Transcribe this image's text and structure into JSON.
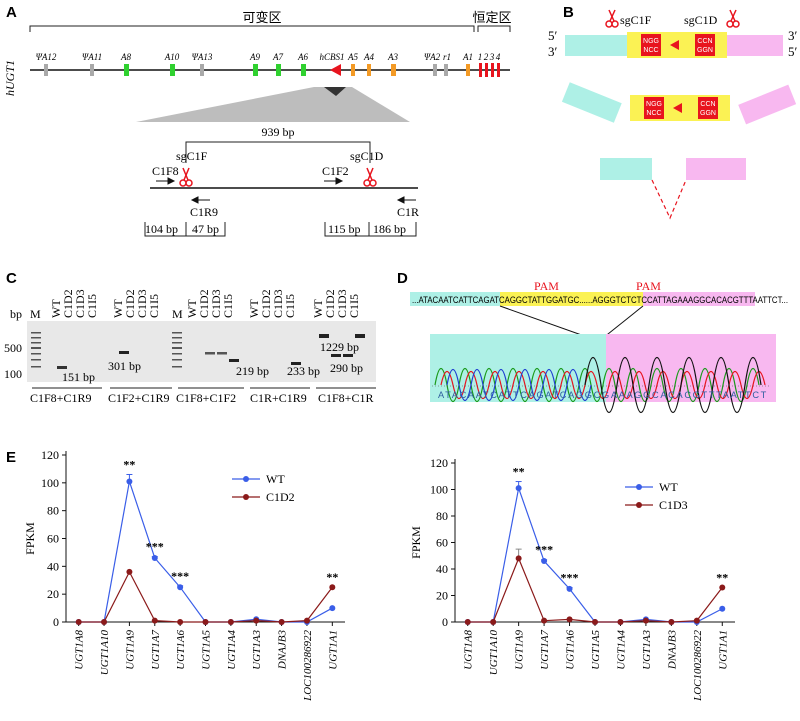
{
  "panels": {
    "A": "A",
    "B": "B",
    "C": "C",
    "D": "D",
    "E": "E"
  },
  "panel_a": {
    "gene": "hUGT1",
    "variable_region": "可变区",
    "constant_region": "恒定区",
    "exon_labels": [
      "ΨA12",
      "ΨA11",
      "A8",
      "A10",
      "ΨA13",
      "A9",
      "A7",
      "A6",
      "hCBS1",
      "A5",
      "A4",
      "A3",
      "ΨA2",
      "r1",
      "A1",
      "1",
      "2",
      "3",
      "4"
    ],
    "distance_label": "939 bp",
    "sg_left": "sgC1F",
    "sg_right": "sgC1D",
    "primers": [
      "C1F8",
      "C1F2",
      "C1R9",
      "C1R"
    ],
    "segments": [
      "104 bp",
      "47 bp",
      "115 bp",
      "186 bp"
    ]
  },
  "panel_b": {
    "strand_labels": [
      "5′",
      "3′",
      "3′",
      "5′"
    ],
    "sg_left": "sgC1F",
    "sg_right": "sgC1D",
    "pam_left": [
      "NGG",
      "NCC"
    ],
    "pam_right": [
      "CCN",
      "GGN"
    ]
  },
  "panel_c": {
    "bp_label": "bp",
    "marker": "M",
    "ladder_values": [
      "500",
      "100"
    ],
    "lanes": [
      "WT",
      "C1D2",
      "C1D3",
      "C1I5"
    ],
    "bands": [
      "151 bp",
      "301 bp",
      "219 bp",
      "233 bp",
      "1229 bp",
      "290 bp"
    ],
    "groups": [
      "C1F8+C1R9",
      "C1F2+C1R9",
      "C1F8+C1F2",
      "C1R+C1R9",
      "C1F8+C1R"
    ]
  },
  "panel_d": {
    "pam_labels": [
      "PAM",
      "PAM"
    ],
    "sequence_top": "...ATACAATCATTCAGATCAGGCTATTGGATGC......AGGGTCTCTCCATTAGAAAGGCACACGTTTAATTCT...",
    "sequence_bottom": "ATACAATCATTCAGATCAGGCGAAAGGCACACGTTTAATTCT"
  },
  "chart_data": [
    {
      "type": "line",
      "ylabel": "FPKM",
      "ylim": [
        0,
        120
      ],
      "yticks": [
        0,
        20,
        40,
        60,
        80,
        100,
        120
      ],
      "categories": [
        "UGT1A8",
        "UGT1A10",
        "UGT1A9",
        "UGT1A7",
        "UGT1A6",
        "UGT1A5",
        "UGT1A4",
        "UGT1A3",
        "DNAJB3",
        "LOC100286922",
        "UGT1A1"
      ],
      "series": [
        {
          "name": "WT",
          "color": "#3a5ee8",
          "values": [
            0,
            0,
            101,
            46,
            25,
            0,
            0,
            2,
            0,
            0,
            10
          ],
          "errors": [
            0,
            0,
            5,
            1,
            1,
            0,
            0,
            0,
            0,
            0,
            0
          ]
        },
        {
          "name": "C1D2",
          "color": "#8b1a1a",
          "values": [
            0,
            0,
            36,
            1,
            0,
            0,
            0,
            1,
            0,
            1,
            25
          ],
          "errors": [
            0,
            0,
            0,
            0,
            0,
            0,
            0,
            0,
            0,
            0,
            0
          ]
        }
      ],
      "significance": [
        {
          "index": 2,
          "text": "**"
        },
        {
          "index": 3,
          "text": "***"
        },
        {
          "index": 4,
          "text": "***"
        },
        {
          "index": 10,
          "text": "**"
        }
      ],
      "legend": "top-right"
    },
    {
      "type": "line",
      "ylabel": "FPKM",
      "ylim": [
        0,
        120
      ],
      "yticks": [
        0,
        20,
        40,
        60,
        80,
        100,
        120
      ],
      "categories": [
        "UGT1A8",
        "UGT1A10",
        "UGT1A9",
        "UGT1A7",
        "UGT1A6",
        "UGT1A5",
        "UGT1A4",
        "UGT1A3",
        "DNAJB3",
        "LOC100286922",
        "UGT1A1"
      ],
      "series": [
        {
          "name": "WT",
          "color": "#3a5ee8",
          "values": [
            0,
            0,
            101,
            46,
            25,
            0,
            0,
            2,
            0,
            0,
            10
          ],
          "errors": [
            0,
            0,
            5,
            1,
            1,
            0,
            0,
            0,
            0,
            0,
            0
          ]
        },
        {
          "name": "C1D3",
          "color": "#8b1a1a",
          "values": [
            0,
            0,
            48,
            1,
            2,
            0,
            0,
            1,
            0,
            1,
            26
          ],
          "errors": [
            0,
            0,
            7,
            0,
            0,
            0,
            0,
            0,
            0,
            0,
            0
          ]
        }
      ],
      "significance": [
        {
          "index": 2,
          "text": "**"
        },
        {
          "index": 3,
          "text": "***"
        },
        {
          "index": 4,
          "text": "***"
        },
        {
          "index": 10,
          "text": "**"
        }
      ],
      "legend": "top-right"
    }
  ]
}
